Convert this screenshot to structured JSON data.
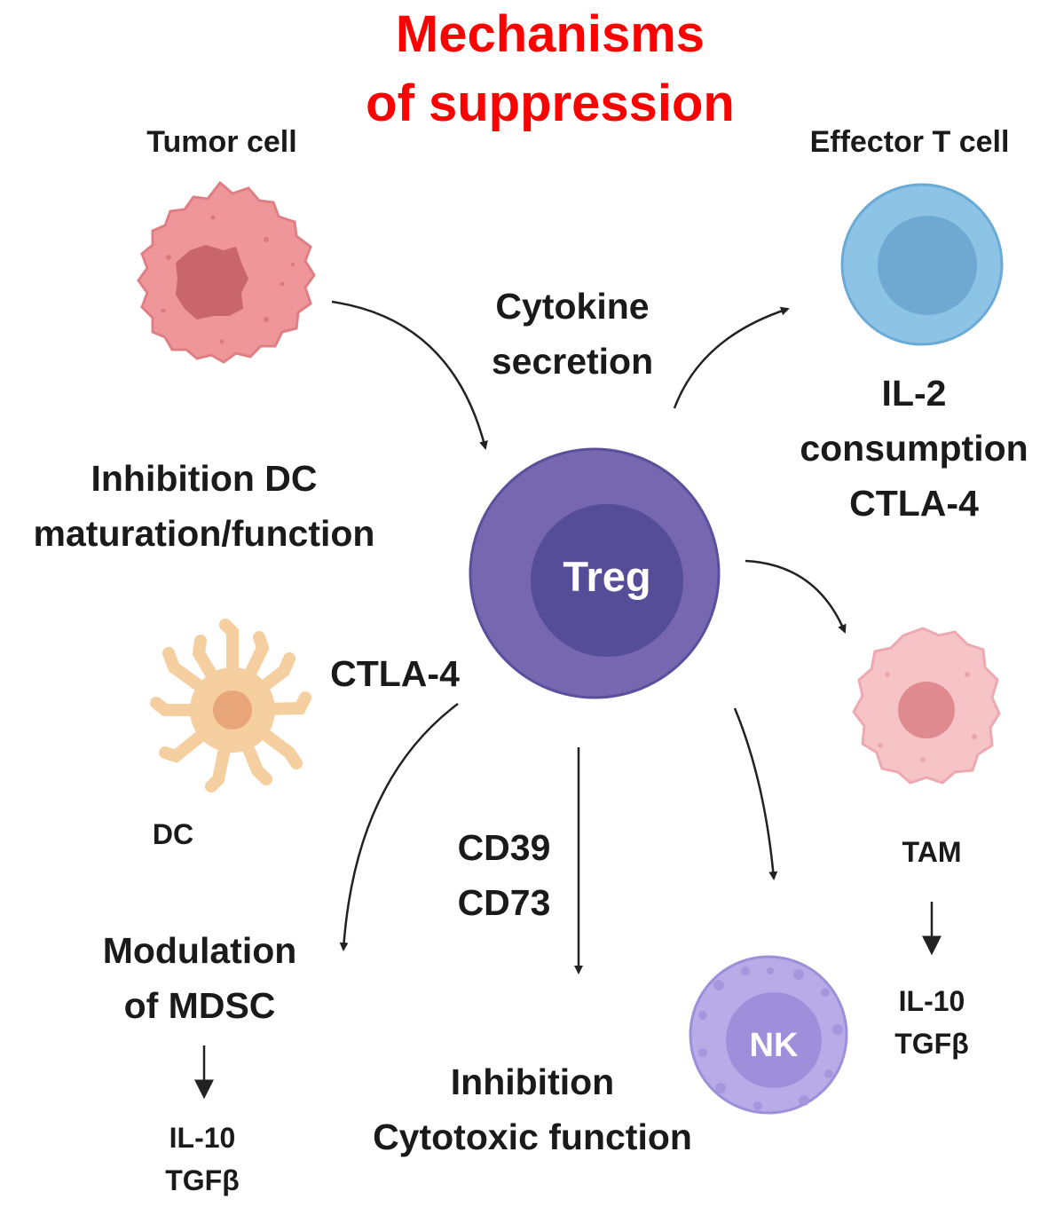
{
  "title": {
    "line1": "Mechanisms",
    "line2": "of suppression",
    "color": "#ff0000"
  },
  "center_cell": {
    "label": "Treg"
  },
  "cells": {
    "tumor": {
      "label": "Tumor cell"
    },
    "effector": {
      "label": "Effector T cell"
    },
    "dc": {
      "label": "DC"
    },
    "tam": {
      "label": "TAM"
    },
    "nk": {
      "label": "NK"
    }
  },
  "mechanisms": {
    "cytokine": {
      "line1": "Cytokine",
      "line2": "secretion"
    },
    "il2": {
      "line1": "IL-2",
      "line2": "consumption",
      "line3": "CTLA-4"
    },
    "dc_inhibition": {
      "line1": "Inhibition DC",
      "line2": "maturation/function"
    },
    "ctla4": {
      "label": "CTLA-4"
    },
    "cd": {
      "line1": "CD39",
      "line2": "CD73"
    },
    "mdsc": {
      "line1": "Modulation",
      "line2": "of MDSC"
    },
    "cytotoxic": {
      "line1": "Inhibition",
      "line2": "Cytotoxic function"
    }
  },
  "outputs": {
    "mdsc": {
      "line1": "IL-10",
      "line2": "TGFβ"
    },
    "tam": {
      "line1": "IL-10",
      "line2": "TGFβ"
    }
  },
  "colors": {
    "treg_outer": "#7667b0",
    "treg_inner": "#554d97",
    "tumor": "#ee9699",
    "tumor_nucleus": "#c8666c",
    "effector_outer": "#8dc3e5",
    "effector_inner": "#6fa9d1",
    "dc": "#f6cfa0",
    "dc_nucleus": "#eaa67b",
    "tam": "#f6c3c6",
    "tam_nucleus": "#df8a8e",
    "nk_outer": "#b7abe8",
    "nk_inner": "#9f8fdb",
    "arrow": "#222222"
  },
  "icons": [
    "tumor-cell-icon",
    "effector-t-cell-icon",
    "treg-cell-icon",
    "dc-cell-icon",
    "tam-cell-icon",
    "nk-cell-icon"
  ]
}
